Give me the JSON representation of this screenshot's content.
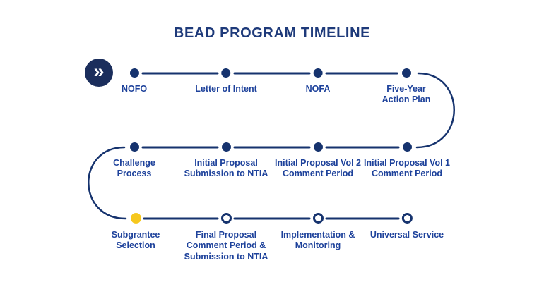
{
  "title": "BEAD PROGRAM TIMELINE",
  "colors": {
    "navy_line": "#16336E",
    "icon_circle": "#1B2E5C",
    "label_blue": "#1E429B",
    "title_navy": "#1E3A7A",
    "gold": "#F6C81E",
    "background": "#FFFFFF"
  },
  "start_icon": {
    "name": "double-chevron-icon",
    "glyph": "»"
  },
  "timeline": {
    "rows": [
      {
        "items": [
          {
            "label": "NOFO",
            "dot": "filled-navy"
          },
          {
            "label": "Letter of Intent",
            "dot": "filled-navy"
          },
          {
            "label": "NOFA",
            "dot": "filled-navy"
          },
          {
            "label": "Five-Year Action Plan",
            "dot": "filled-navy"
          }
        ]
      },
      {
        "items": [
          {
            "label": "Challenge Process",
            "dot": "filled-navy"
          },
          {
            "label": "Initial Proposal Submission to NTIA",
            "dot": "filled-navy"
          },
          {
            "label": "Initial Proposal Vol 2 Comment Period",
            "dot": "filled-navy"
          },
          {
            "label": "Initial Proposal Vol 1 Comment Period",
            "dot": "filled-navy"
          }
        ]
      },
      {
        "items": [
          {
            "label": "Subgrantee Selection",
            "dot": "filled-gold"
          },
          {
            "label": "Final Proposal Comment Period & Submission to NTIA",
            "dot": "hollow"
          },
          {
            "label": "Implementation & Monitoring",
            "dot": "hollow"
          },
          {
            "label": "Universal Service",
            "dot": "hollow"
          }
        ]
      }
    ]
  }
}
